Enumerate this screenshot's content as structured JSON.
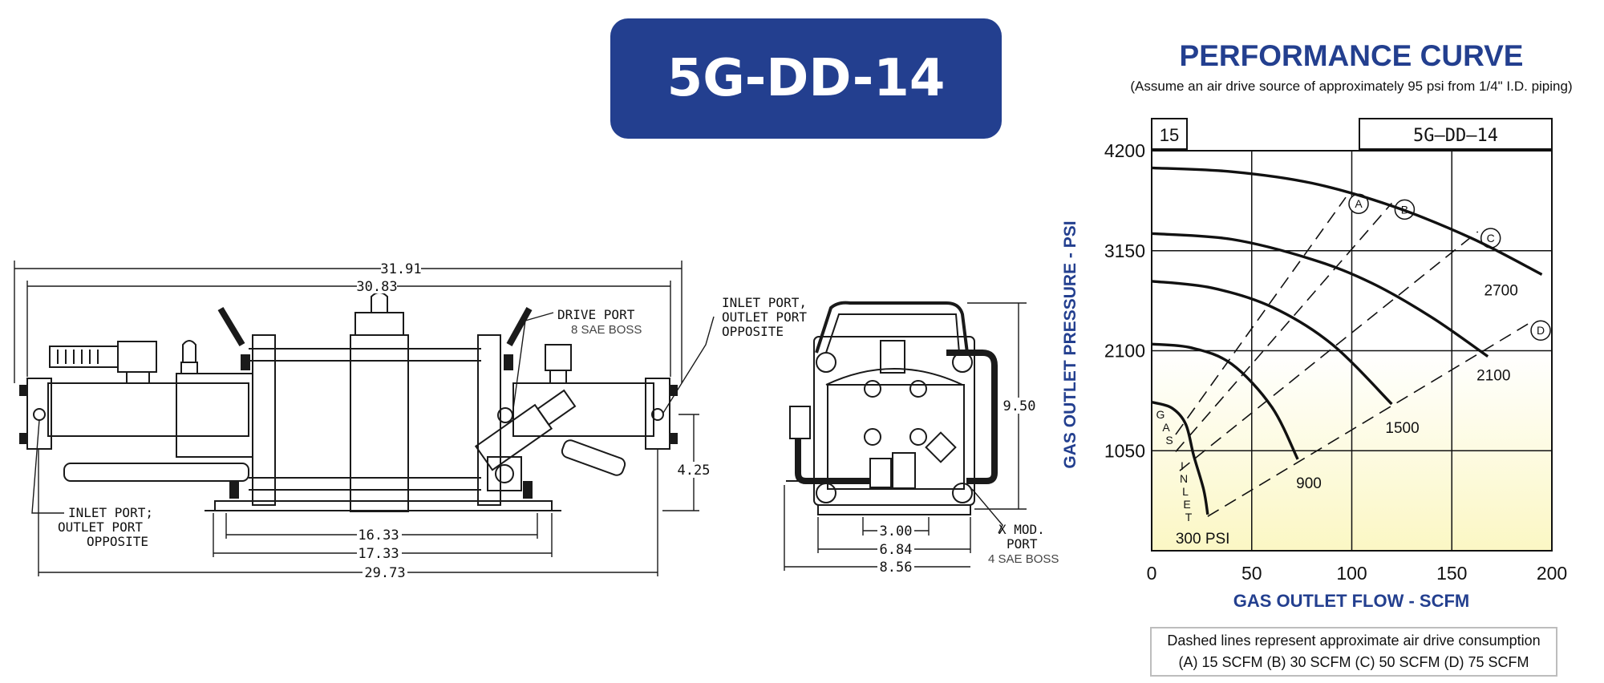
{
  "banner": {
    "title": "5G-DD-14"
  },
  "drawing_left": {
    "dims": [
      "31.91",
      "30.83",
      "16.33",
      "17.33",
      "29.73",
      "4.25"
    ],
    "notes": {
      "drive_port": "DRIVE PORT",
      "drive_port_sub": "8 SAE BOSS",
      "inlet_top_1": "INLET PORT,",
      "inlet_top_2": "OUTLET PORT",
      "inlet_top_3": "OPPOSITE",
      "inlet_bottom_1": "INLET PORT;",
      "inlet_bottom_2": "OUTLET PORT",
      "inlet_bottom_3": "OPPOSITE"
    }
  },
  "drawing_right": {
    "dims": [
      "9.50",
      "3.00",
      "6.84",
      "8.56"
    ],
    "notes": {
      "mod_port_1": "X MOD.",
      "mod_port_2": "PORT",
      "mod_port_sub": "4 SAE BOSS"
    }
  },
  "chart_data": {
    "type": "line",
    "title": "PERFORMANCE CURVE",
    "subtitle": "(Assume an air drive source of approximately 95 psi from 1/4\" I.D. piping)",
    "xlabel": "GAS OUTLET FLOW - SCFM",
    "ylabel": "GAS OUTLET PRESSURE - PSI",
    "xlim": [
      0,
      200
    ],
    "ylim": [
      0,
      4200
    ],
    "x_ticks": [
      0,
      50,
      100,
      150,
      200
    ],
    "y_ticks": [
      1050,
      2100,
      3150,
      4200
    ],
    "grid": true,
    "ratio_label": "15",
    "model_label": "5G–DD–14",
    "title_color": "#233f8f",
    "fill_color": "#fbf7c4",
    "series": [
      {
        "name": "2700",
        "points": [
          [
            0,
            4020
          ],
          [
            40,
            3980
          ],
          [
            80,
            3860
          ],
          [
            120,
            3620
          ],
          [
            160,
            3280
          ],
          [
            195,
            2900
          ]
        ]
      },
      {
        "name": "2100",
        "points": [
          [
            0,
            3330
          ],
          [
            40,
            3270
          ],
          [
            80,
            3060
          ],
          [
            110,
            2810
          ],
          [
            140,
            2450
          ],
          [
            168,
            2040
          ]
        ]
      },
      {
        "name": "1500",
        "points": [
          [
            0,
            2830
          ],
          [
            30,
            2760
          ],
          [
            60,
            2560
          ],
          [
            90,
            2170
          ],
          [
            120,
            1540
          ]
        ]
      },
      {
        "name": "900",
        "points": [
          [
            0,
            2170
          ],
          [
            20,
            2130
          ],
          [
            40,
            1960
          ],
          [
            60,
            1510
          ],
          [
            73,
            960
          ]
        ]
      },
      {
        "name": "300 PSI",
        "points": [
          [
            0,
            1560
          ],
          [
            10,
            1500
          ],
          [
            17,
            1330
          ],
          [
            21,
            1000
          ],
          [
            26,
            640
          ],
          [
            28,
            380
          ]
        ]
      }
    ],
    "air_consumption_lines": [
      {
        "name": "A",
        "points": [
          [
            12,
            1220
          ],
          [
            97,
            3710
          ]
        ]
      },
      {
        "name": "B",
        "points": [
          [
            12,
            1040
          ],
          [
            120,
            3650
          ]
        ]
      },
      {
        "name": "C",
        "points": [
          [
            14,
            840
          ],
          [
            163,
            3350
          ]
        ]
      },
      {
        "name": "D",
        "points": [
          [
            28,
            360
          ],
          [
            188,
            2380
          ]
        ]
      }
    ],
    "inlet_label_letters": [
      "G",
      "A",
      "S",
      "I",
      "N",
      "L",
      "E",
      "T"
    ],
    "legend": {
      "line1": "Dashed lines represent approximate air drive consumption",
      "line2": "(A) 15 SCFM   (B) 30 SCFM   (C) 50 SCFM   (D) 75 SCFM"
    }
  }
}
